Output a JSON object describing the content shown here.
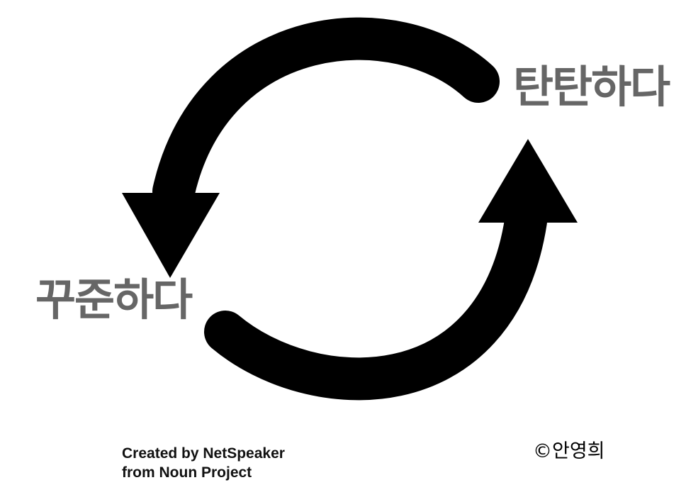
{
  "colors": {
    "background": "#ffffff",
    "arrow": "#000000",
    "label": "#666666",
    "credit": "#111111"
  },
  "labels": {
    "top_right": "탄탄하다",
    "left": "꾸준하다"
  },
  "credit": {
    "line1": "Created by NetSpeaker",
    "line2": "from Noun Project"
  },
  "copyright": "©안영희",
  "icons": {
    "upper_arrow": "curved-arrow-counterclockwise-down-icon",
    "lower_arrow": "curved-arrow-counterclockwise-up-icon"
  }
}
